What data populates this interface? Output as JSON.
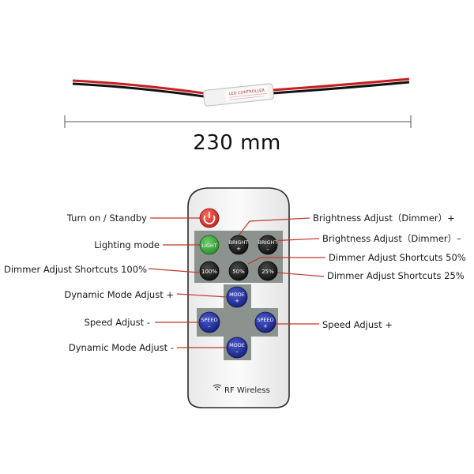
{
  "dimension": {
    "length_text": "230 mm"
  },
  "controller": {
    "title": "LED CONTROLLER"
  },
  "remote": {
    "brand": "RF Wireless",
    "buttons": {
      "light": "LIGHT",
      "bright_up_word": "BRIGHT",
      "bright_up_sign": "+",
      "bright_down_word": "BRIGHT",
      "bright_down_sign": "–",
      "b100": "100%",
      "b50": "50%",
      "b25": "25%",
      "mode_up_word": "MODE",
      "mode_up_sign": "+",
      "mode_down_word": "MODE",
      "mode_down_sign": "–",
      "speed_left_word": "SPEED",
      "speed_left_sign": "–",
      "speed_right_word": "SPEED",
      "speed_right_sign": "+"
    }
  },
  "labels": {
    "left": {
      "turn_on": "Turn on / Standby",
      "lighting_mode": "Lighting mode",
      "dimmer_100": "Dimmer Adjust Shortcuts 100%",
      "dynamic_plus": "Dynamic Mode Adjust +",
      "speed_minus": "Speed Adjust -",
      "dynamic_minus": "Dynamic Mode Adjust -"
    },
    "right": {
      "bright_plus": "Brightness Adjust（Dimmer）+",
      "bright_minus": "Brightness Adjust（Dimmer）–",
      "dimmer_50": "Dimmer Adjust Shortcuts 50%",
      "dimmer_25": "Dimmer Adjust Shortcuts 25%",
      "speed_plus": "Speed Adjust +"
    }
  },
  "colors": {
    "callout_line": "#c0392b",
    "remote_body": "#f4f4f4",
    "button_dark": "#1c1c1c",
    "button_blue": "#1f2f9e",
    "button_green": "#3aa83a",
    "power_red": "#d9332b",
    "panel_gray": "#8c938f"
  }
}
